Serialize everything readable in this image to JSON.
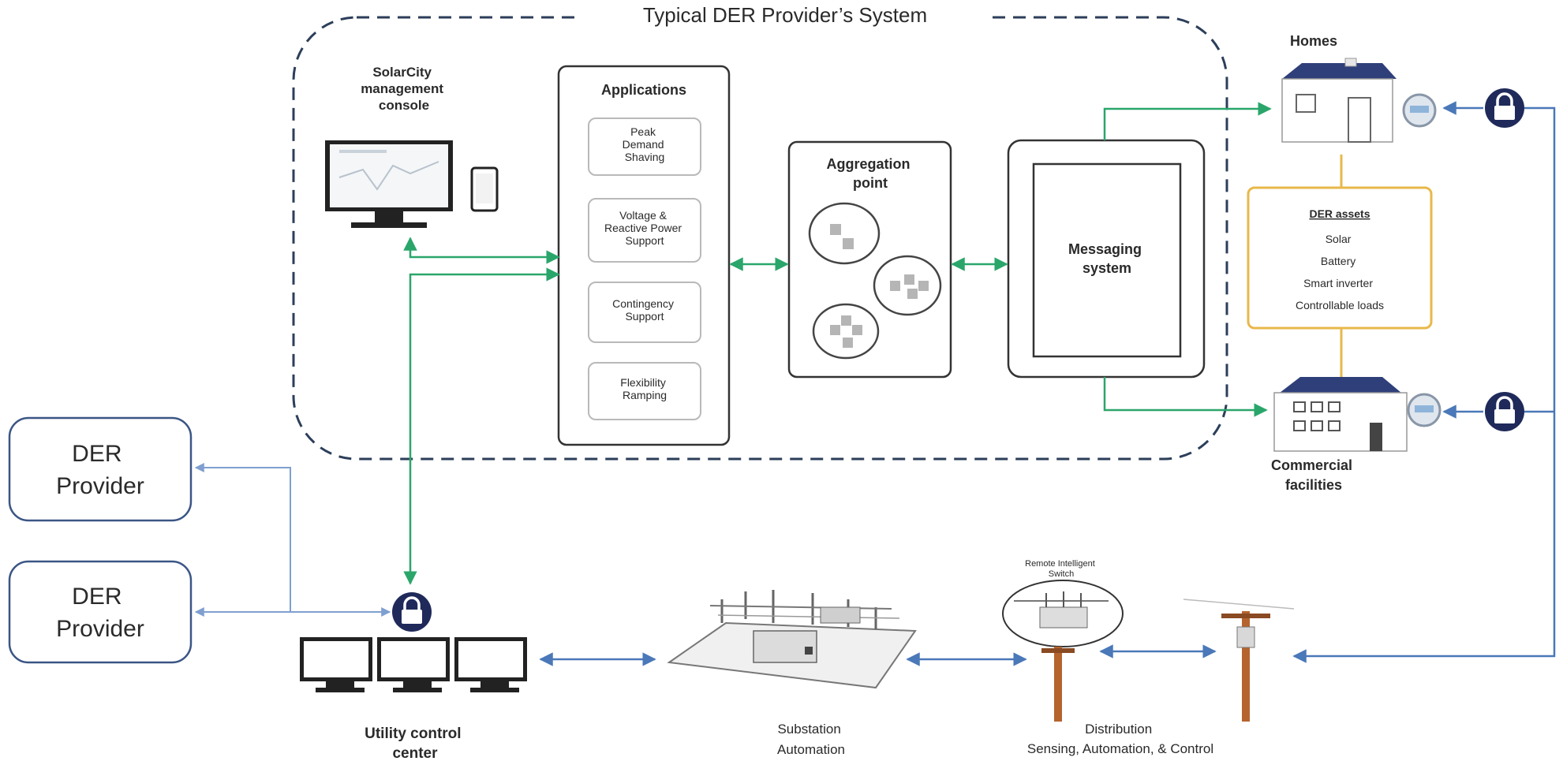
{
  "title": "Typical DER Provider’s System",
  "console": {
    "label_lines": [
      "SolarCity",
      "management",
      "console"
    ]
  },
  "applications": {
    "title": "Applications",
    "items": [
      [
        "Peak",
        "Demand",
        "Shaving"
      ],
      [
        "Voltage &",
        "Reactive Power",
        "Support"
      ],
      [
        "Contingency",
        "Support"
      ],
      [
        "Flexibility",
        "Ramping"
      ]
    ]
  },
  "aggregation": {
    "label_lines": [
      "Aggregation",
      "point"
    ]
  },
  "messaging": {
    "label_lines": [
      "Messaging",
      "system"
    ]
  },
  "homes": {
    "label": "Homes"
  },
  "der_assets": {
    "title": "DER assets",
    "items": [
      "Solar",
      "Battery",
      "Smart inverter",
      "Controllable loads"
    ]
  },
  "commercial": {
    "label_lines": [
      "Commercial",
      "facilities"
    ]
  },
  "providers": [
    {
      "label_lines": [
        "DER",
        "Provider"
      ]
    },
    {
      "label_lines": [
        "DER",
        "Provider"
      ]
    }
  ],
  "utility": {
    "label_lines": [
      "Utility control",
      "center"
    ]
  },
  "substation": {
    "label_lines": [
      "Substation",
      "Automation"
    ]
  },
  "remote_switch": {
    "label_lines": [
      "Remote Intelligent",
      "Switch"
    ]
  },
  "distribution": {
    "label_lines": [
      "Distribution",
      "Sensing, Automation, & Control"
    ]
  },
  "colors": {
    "green_link": "#2aa66a",
    "blue_link": "#4a78b8",
    "dark_navy": "#1f2a5a",
    "der_border": "#e8b84a",
    "dashed": "#2c3e5a"
  }
}
